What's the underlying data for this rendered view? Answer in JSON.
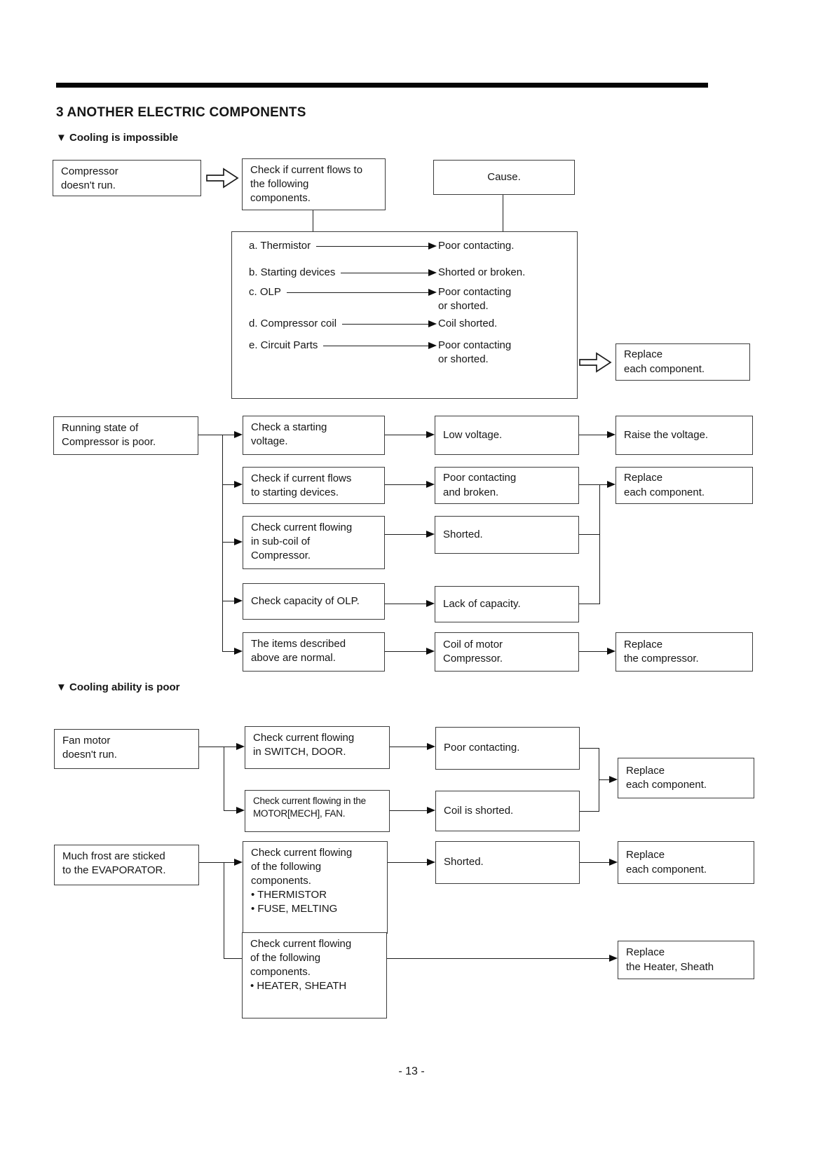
{
  "ink_color": "#161616",
  "header": {
    "title": "3 ANOTHER ELECTRIC COMPONENTS"
  },
  "footer": {
    "page_number": "- 13 -"
  },
  "s1": {
    "heading": "▼ Cooling is impossible",
    "start": "Compressor\ndoesn't run.",
    "check": "Check if current flows to\nthe following\ncomponents.",
    "cause_title": "Cause.",
    "items": [
      {
        "label": "a. Thermistor",
        "cause": "Poor contacting."
      },
      {
        "label": "b. Starting devices",
        "cause": "Shorted or broken."
      },
      {
        "label": "c. OLP",
        "cause": "Poor contacting\nor shorted."
      },
      {
        "label": "d. Compressor coil",
        "cause": "Coil shorted."
      },
      {
        "label": "e. Circuit Parts",
        "cause": "Poor contacting\nor shorted."
      }
    ],
    "action": "Replace\neach component."
  },
  "s2": {
    "start": "Running state of\nCompressor is poor.",
    "rows": [
      {
        "check": "Check a starting\nvoltage.",
        "cause": "Low voltage.",
        "action": "Raise the voltage."
      },
      {
        "check": "Check if current flows\nto starting devices.",
        "cause": "Poor contacting\nand broken.",
        "action": "Replace\neach component."
      },
      {
        "check": "Check current flowing\nin sub-coil of\nCompressor.",
        "cause": "Shorted."
      },
      {
        "check": "Check capacity of OLP.",
        "cause": "Lack of capacity."
      },
      {
        "check": "The items described\nabove are normal.",
        "cause": "Coil of motor\nCompressor.",
        "action": "Replace\nthe compressor."
      }
    ]
  },
  "s3": {
    "heading": "▼ Cooling ability is poor",
    "fan": {
      "start": "Fan motor\ndoesn't run.",
      "rows": [
        {
          "check": "Check current flowing\nin SWITCH, DOOR.",
          "cause": "Poor contacting."
        },
        {
          "check": "Check current flowing in the\nMOTOR[MECH], FAN.",
          "cause": "Coil is shorted."
        }
      ],
      "action": "Replace\neach component."
    },
    "frost": {
      "start": "Much frost are sticked\nto the EVAPORATOR.",
      "rows": [
        {
          "check": "Check current flowing\nof the following\ncomponents.\n• THERMISTOR\n• FUSE, MELTING",
          "cause": "Shorted.",
          "action": "Replace\neach component."
        },
        {
          "check": "Check current flowing\nof the following\ncomponents.\n• HEATER, SHEATH",
          "action": "Replace\nthe Heater, Sheath"
        }
      ]
    }
  }
}
